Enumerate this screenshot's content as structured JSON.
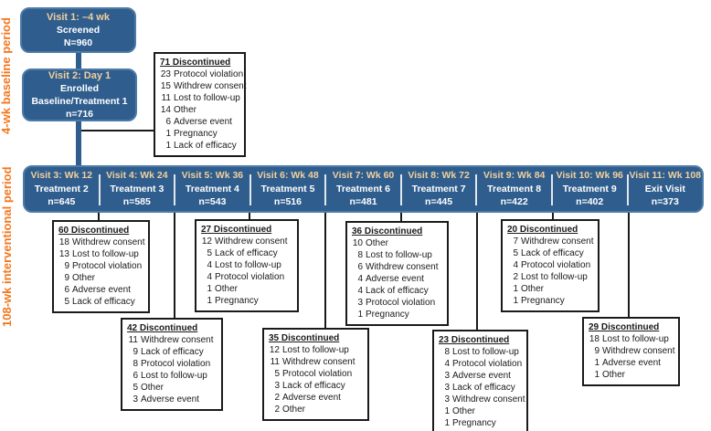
{
  "colors": {
    "box_blue": "#2F5E8E",
    "box_blue_border": "#4D7BA7",
    "title_cream": "#F2CF9B",
    "period_orange": "#F4771F",
    "line_black": "#1a1a1a"
  },
  "side_labels": {
    "baseline": "4-wk baseline period",
    "interventional": "108-wk interventional period"
  },
  "screened_box": {
    "title": "Visit 1: –4 wk",
    "line1": "Screened",
    "line2": "N=960"
  },
  "enrolled_box": {
    "title": "Visit 2: Day 1",
    "line1": "Enrolled",
    "line2": "Baseline/Treatment 1",
    "line3": "n=716"
  },
  "baseline_discontinued": {
    "header": "71 Discontinued",
    "items": [
      {
        "n": "23",
        "label": "Protocol violation"
      },
      {
        "n": "15",
        "label": "Withdrew consent"
      },
      {
        "n": "11",
        "label": "Lost to follow-up"
      },
      {
        "n": "14",
        "label": "Other"
      },
      {
        "n": "6",
        "label": "Adverse event"
      },
      {
        "n": "1",
        "label": "Pregnancy"
      },
      {
        "n": "1",
        "label": "Lack of efficacy"
      }
    ]
  },
  "visits": [
    {
      "title": "Visit 3: Wk 12",
      "treatment": "Treatment 2",
      "n": "n=645"
    },
    {
      "title": "Visit 4: Wk 24",
      "treatment": "Treatment 3",
      "n": "n=585"
    },
    {
      "title": "Visit 5: Wk 36",
      "treatment": "Treatment 4",
      "n": "n=543"
    },
    {
      "title": "Visit 6: Wk 48",
      "treatment": "Treatment 5",
      "n": "n=516"
    },
    {
      "title": "Visit 7: Wk 60",
      "treatment": "Treatment 6",
      "n": "n=481"
    },
    {
      "title": "Visit 8: Wk 72",
      "treatment": "Treatment 7",
      "n": "n=445"
    },
    {
      "title": "Visit 9: Wk 84",
      "treatment": "Treatment 8",
      "n": "n=422"
    },
    {
      "title": "Visit 10: Wk 96",
      "treatment": "Treatment 9",
      "n": "n=402"
    },
    {
      "title": "Visit 11: Wk 108",
      "treatment": "Exit Visit",
      "n": "n=373"
    }
  ],
  "discontinued_boxes": [
    {
      "header": "60 Discontinued",
      "items": [
        {
          "n": "18",
          "label": "Withdrew consent"
        },
        {
          "n": "13",
          "label": "Lost to follow-up"
        },
        {
          "n": "9",
          "label": "Protocol violation"
        },
        {
          "n": "9",
          "label": "Other"
        },
        {
          "n": "6",
          "label": "Adverse event"
        },
        {
          "n": "5",
          "label": "Lack of efficacy"
        }
      ]
    },
    {
      "header": "42 Discontinued",
      "items": [
        {
          "n": "11",
          "label": "Withdrew consent"
        },
        {
          "n": "9",
          "label": "Lack of efficacy"
        },
        {
          "n": "8",
          "label": "Protocol violation"
        },
        {
          "n": "6",
          "label": "Lost to follow-up"
        },
        {
          "n": "5",
          "label": "Other"
        },
        {
          "n": "3",
          "label": "Adverse event"
        }
      ]
    },
    {
      "header": "27 Discontinued",
      "items": [
        {
          "n": "12",
          "label": "Withdrew consent"
        },
        {
          "n": "5",
          "label": "Lack of efficacy"
        },
        {
          "n": "4",
          "label": "Lost to follow-up"
        },
        {
          "n": "4",
          "label": "Protocol violation"
        },
        {
          "n": "1",
          "label": "Other"
        },
        {
          "n": "1",
          "label": "Pregnancy"
        }
      ]
    },
    {
      "header": "35 Discontinued",
      "items": [
        {
          "n": "12",
          "label": "Lost to follow-up"
        },
        {
          "n": "11",
          "label": "Withdrew consent"
        },
        {
          "n": "5",
          "label": "Protocol violation"
        },
        {
          "n": "3",
          "label": "Lack of efficacy"
        },
        {
          "n": "2",
          "label": "Adverse event"
        },
        {
          "n": "2",
          "label": "Other"
        }
      ]
    },
    {
      "header": "36 Discontinued",
      "items": [
        {
          "n": "10",
          "label": "Other"
        },
        {
          "n": "8",
          "label": "Lost to follow-up"
        },
        {
          "n": "6",
          "label": "Withdrew consent"
        },
        {
          "n": "4",
          "label": "Adverse event"
        },
        {
          "n": "4",
          "label": "Lack of efficacy"
        },
        {
          "n": "3",
          "label": "Protocol violation"
        },
        {
          "n": "1",
          "label": "Pregnancy"
        }
      ]
    },
    {
      "header": "23 Discontinued",
      "items": [
        {
          "n": "8",
          "label": "Lost to follow-up"
        },
        {
          "n": "4",
          "label": "Protocol violation"
        },
        {
          "n": "3",
          "label": "Adverse event"
        },
        {
          "n": "3",
          "label": "Lack of efficacy"
        },
        {
          "n": "3",
          "label": "Withdrew consent"
        },
        {
          "n": "1",
          "label": "Other"
        },
        {
          "n": "1",
          "label": "Pregnancy"
        }
      ]
    },
    {
      "header": "20 Discontinued",
      "items": [
        {
          "n": "7",
          "label": "Withdrew consent"
        },
        {
          "n": "5",
          "label": "Lack of efficacy"
        },
        {
          "n": "4",
          "label": "Protocol violation"
        },
        {
          "n": "2",
          "label": "Lost to follow-up"
        },
        {
          "n": "1",
          "label": "Other"
        },
        {
          "n": "1",
          "label": "Pregnancy"
        }
      ]
    },
    {
      "header": "29 Discontinued",
      "items": [
        {
          "n": "18",
          "label": "Lost to follow-up"
        },
        {
          "n": "9",
          "label": "Withdrew consent"
        },
        {
          "n": "1",
          "label": "Adverse event"
        },
        {
          "n": "1",
          "label": "Other"
        }
      ]
    }
  ]
}
